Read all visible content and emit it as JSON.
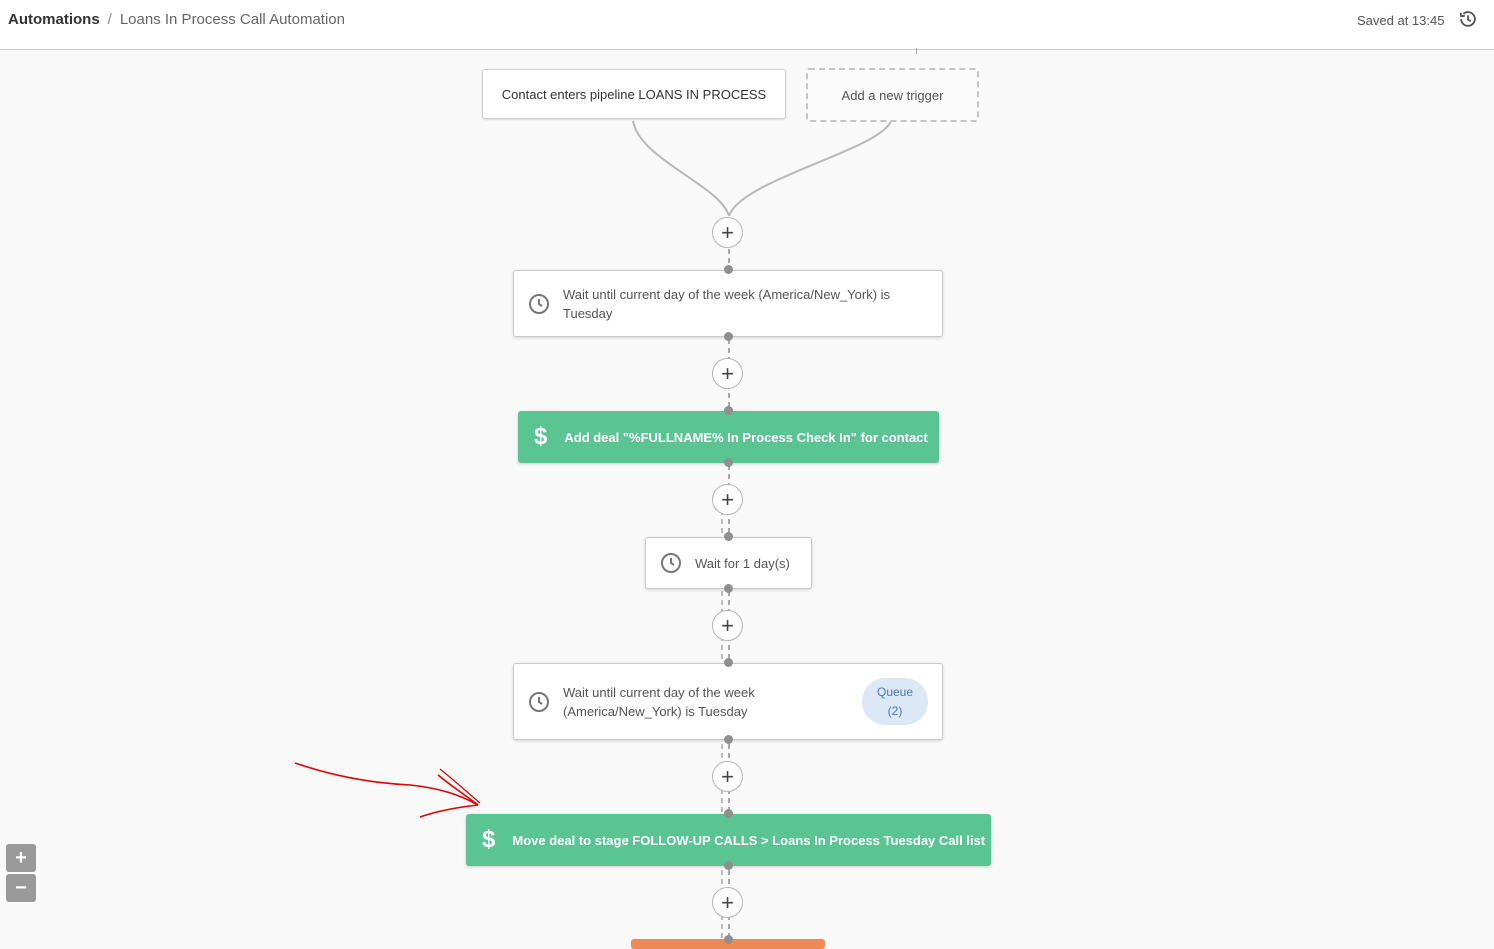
{
  "header": {
    "breadcrumb_root": "Automations",
    "separator": "/",
    "title": "Loans In Process Call Automation",
    "saved_text": "Saved at 13:45",
    "history_icon": "history-icon"
  },
  "triggers": [
    {
      "label": "Contact enters pipeline LOANS IN PROCESS"
    },
    {
      "label": "Add a new trigger"
    }
  ],
  "steps": {
    "wait_tuesday_1": "Wait until current day of the week (America/New_York) is Tuesday",
    "add_deal": "Add deal \"%FULLNAME% In Process Check In\" for contact",
    "wait_1_day": "Wait for 1 day(s)",
    "wait_tuesday_2": "Wait until current day of the week (America/New_York) is Tuesday",
    "queue_label": "Queue",
    "queue_count": "(2)",
    "move_deal": "Move deal to stage FOLLOW-UP CALLS > Loans In Process Tuesday Call list"
  },
  "icons": {
    "clock": "clock-icon",
    "dollar": "$",
    "add": "+"
  },
  "zoom": {
    "in": "+",
    "out": "−"
  },
  "colors": {
    "action_green": "#5ac592",
    "queue_bg": "#dce8f5",
    "queue_text": "#4c78b0",
    "annotation_red": "#e00000",
    "next_action_orange": "#ef8a54"
  }
}
